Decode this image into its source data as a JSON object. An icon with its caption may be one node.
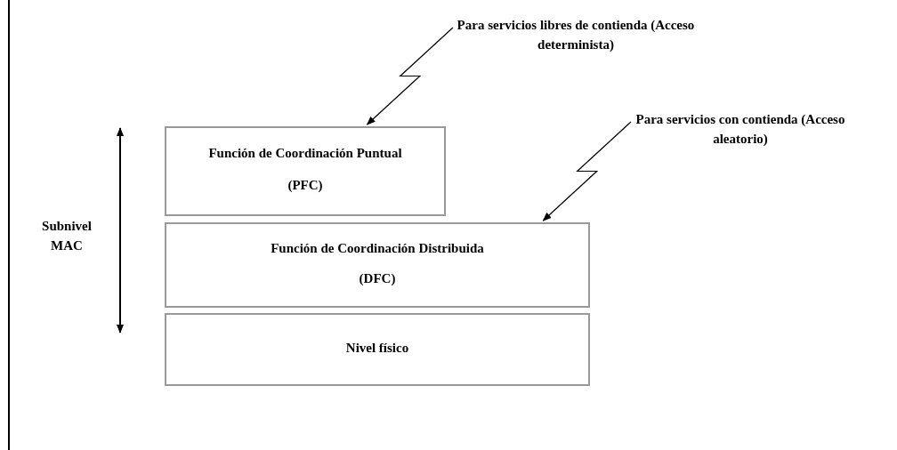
{
  "diagram": {
    "nodes": [
      {
        "text": [
          "Función de Coordinación Puntual",
          "(PFC)"
        ]
      },
      {
        "text": [
          "Función de Coordinación Distribuida",
          "(DFC)"
        ]
      },
      {
        "text": [
          "Nivel físico"
        ]
      },
      {
        "text": [
          "Para servicios libres de contienda (Acceso determinista)"
        ]
      },
      {
        "text": [
          "Para servicios con contienda (Acceso aleatorio)"
        ]
      }
    ],
    "edges": [
      {
        "from": 3,
        "to": 0,
        "arrow": "to"
      },
      {
        "from": 4,
        "to": 1,
        "arrow": "to"
      }
    ],
    "labels": [
      "Subnivel MAC"
    ]
  }
}
